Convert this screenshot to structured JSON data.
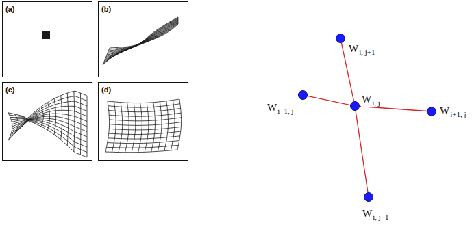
{
  "diagram": {
    "nodes": [
      {
        "text": [
          "(a)"
        ]
      },
      {
        "text": [
          "(b)"
        ]
      },
      {
        "text": [
          "(c)"
        ]
      },
      {
        "text": [
          "(d)"
        ]
      },
      {
        "text": [
          "W",
          "i, j+1"
        ]
      },
      {
        "text": [
          "W",
          "i−1, j"
        ]
      },
      {
        "text": [
          "W",
          "i, j"
        ]
      },
      {
        "text": [
          "W",
          "i+1, j"
        ]
      },
      {
        "text": [
          "W",
          "i, j−1"
        ]
      }
    ],
    "edges": [
      {
        "from": 6,
        "to": 4,
        "arrow": "none"
      },
      {
        "from": 6,
        "to": 5,
        "arrow": "none"
      },
      {
        "from": 6,
        "to": 7,
        "arrow": "none"
      },
      {
        "from": 6,
        "to": 8,
        "arrow": "none"
      }
    ]
  }
}
